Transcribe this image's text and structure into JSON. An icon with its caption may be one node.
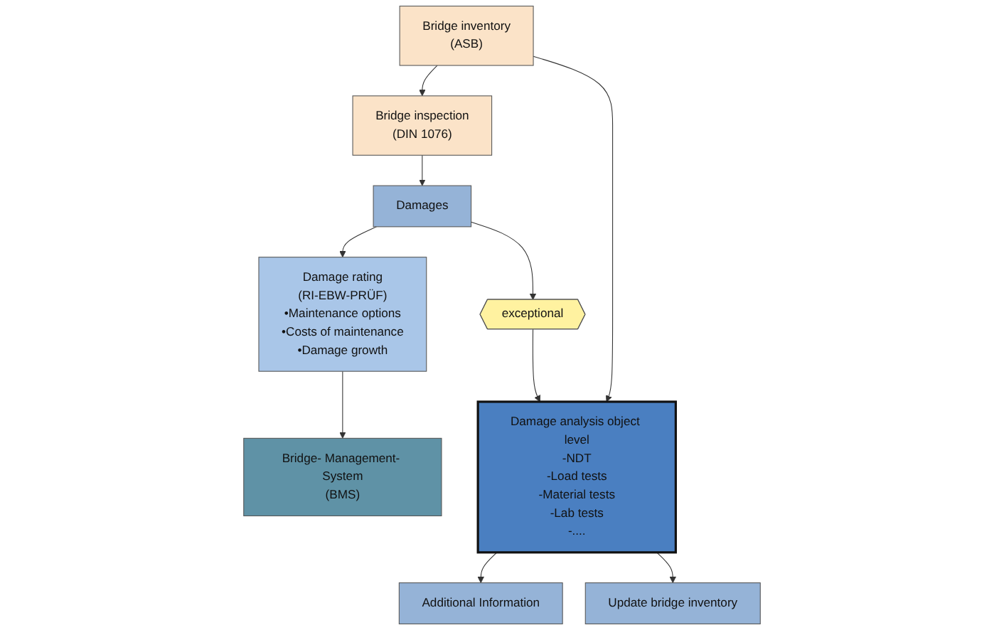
{
  "diagram": {
    "nodes": [
      {
        "text": [
          "Bridge inspection",
          "(DIN 1076)"
        ]
      },
      {
        "text": [
          "Bridge inventory",
          "(ASB)"
        ]
      },
      {
        "text": [
          "Damages"
        ]
      },
      {
        "text": [
          "exceptional"
        ]
      },
      {
        "text": [
          "Bridge- Management- System",
          "(BMS)"
        ]
      },
      {
        "text": [
          "Damage rating",
          "(RI-EBW-PRÜF)",
          "•Maintenance options",
          "•Costs of maintenance",
          "•Damage growth"
        ]
      },
      {
        "text": [
          "Damage analysis object level",
          "-NDT",
          "-Load tests",
          "-Material tests",
          "-Lab tests",
          "-...."
        ]
      },
      {
        "text": [
          "Additional Information"
        ]
      },
      {
        "text": [
          "Update bridge inventory"
        ]
      }
    ],
    "edges": [
      {
        "from": 1,
        "to": 0,
        "arrow": "to"
      },
      {
        "from": 0,
        "to": 2,
        "arrow": "to"
      },
      {
        "from": 2,
        "to": 3,
        "arrow": "to"
      },
      {
        "from": 2,
        "to": 5,
        "arrow": "to"
      },
      {
        "from": 3,
        "to": 6,
        "arrow": "to"
      },
      {
        "from": 1,
        "to": 6,
        "arrow": "to"
      },
      {
        "from": 6,
        "to": 7,
        "arrow": "to"
      },
      {
        "from": 6,
        "to": 8,
        "arrow": "to"
      },
      {
        "from": 5,
        "to": 4,
        "arrow": "to"
      }
    ]
  }
}
